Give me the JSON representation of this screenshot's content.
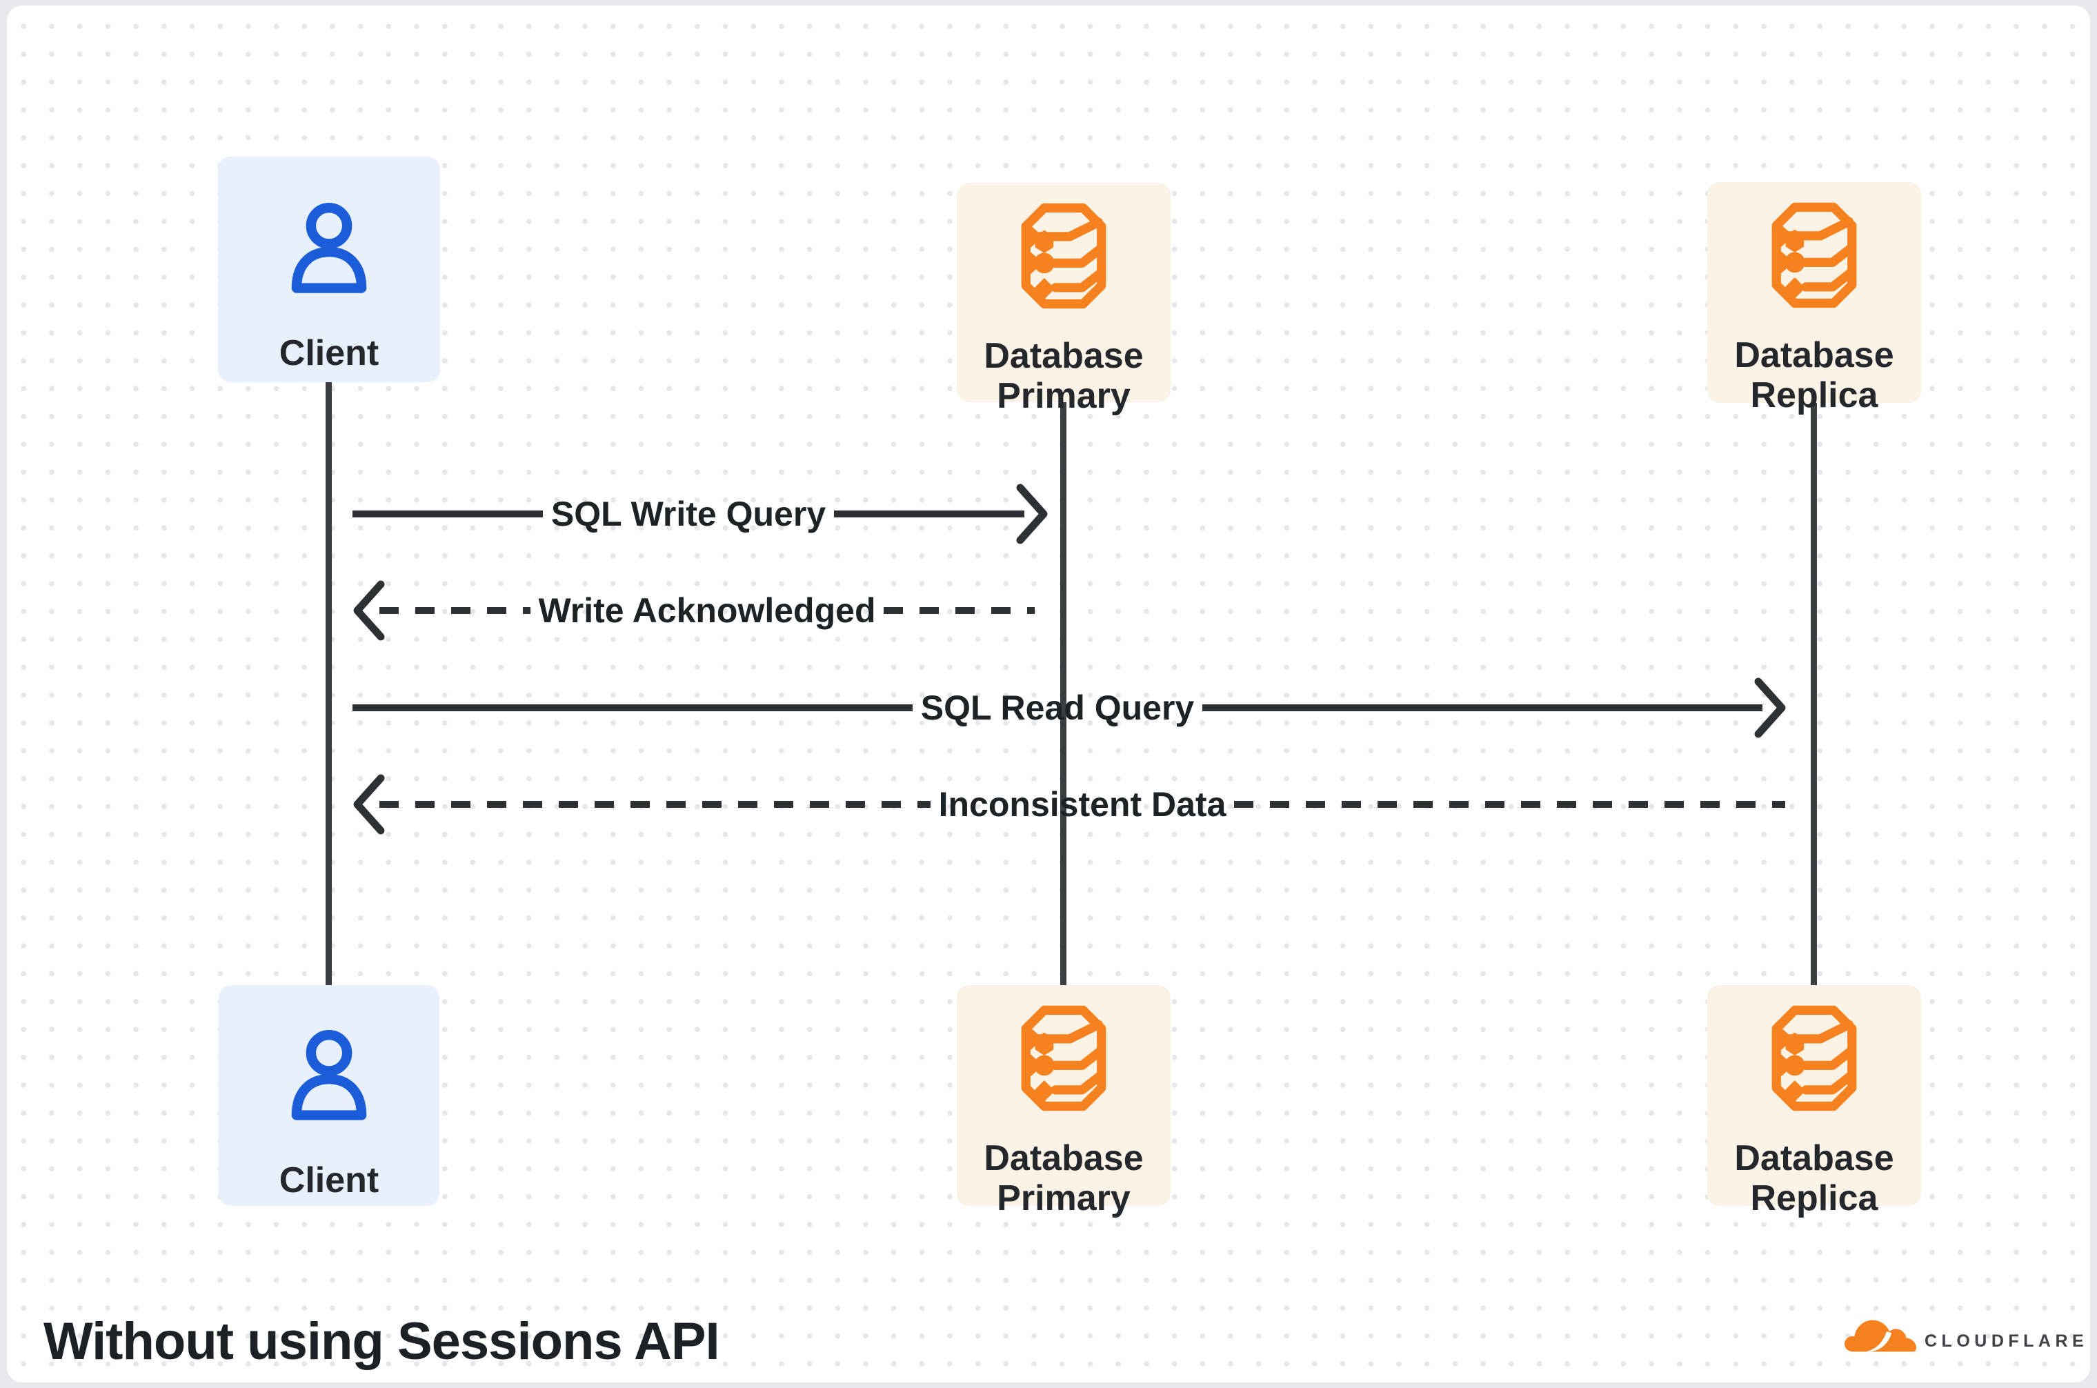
{
  "diagram": {
    "title": "Without using Sessions API",
    "colors": {
      "accent_orange": "#f6821f",
      "accent_blue": "#1b5cd9",
      "client_box_bg": "#e8f0fc",
      "database_box_bg": "#fcf3e7",
      "line": "#2e3034",
      "canvas_bg": "#ffffff",
      "page_bg": "#e9e9ec"
    },
    "actors": {
      "client": {
        "label": "Client",
        "icon": "person-icon"
      },
      "primary": {
        "label": "Database Primary",
        "icon": "database-icon"
      },
      "replica": {
        "label": "Database Replica",
        "icon": "database-icon"
      }
    },
    "messages": [
      {
        "label": "SQL Write Query",
        "from": "client",
        "to": "primary",
        "style": "solid",
        "direction": "right"
      },
      {
        "label": "Write Acknowledged",
        "from": "primary",
        "to": "client",
        "style": "dashed",
        "direction": "left"
      },
      {
        "label": "SQL Read Query",
        "from": "client",
        "to": "replica",
        "style": "solid",
        "direction": "right"
      },
      {
        "label": "Inconsistent Data",
        "from": "replica",
        "to": "client",
        "style": "dashed",
        "direction": "left"
      }
    ],
    "brand": {
      "name": "CLOUDFLARE",
      "icon": "cloudflare-cloud-icon"
    }
  }
}
